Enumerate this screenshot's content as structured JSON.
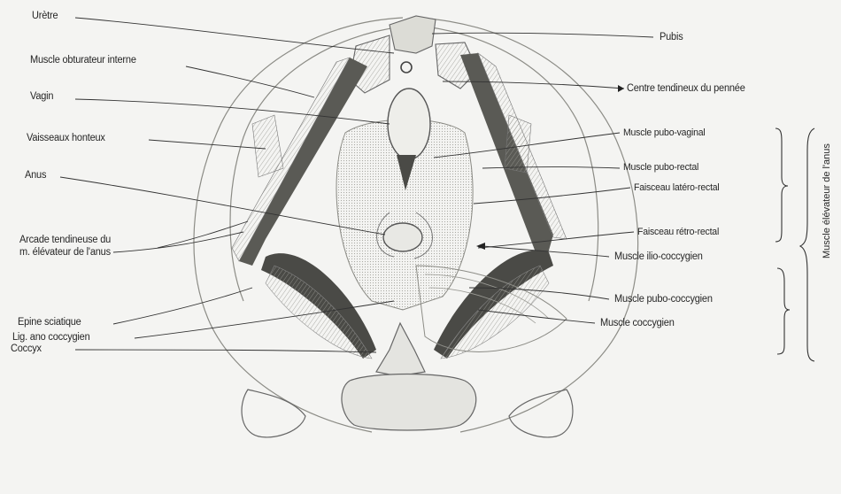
{
  "figure": {
    "left_labels": [
      {
        "id": "uretre",
        "text": "Urètre"
      },
      {
        "id": "obturateur",
        "text": "Muscle obturateur interne"
      },
      {
        "id": "vagin",
        "text": "Vagin"
      },
      {
        "id": "vaisseaux",
        "text": "Vaisseaux honteux"
      },
      {
        "id": "anus",
        "text": "Anus"
      },
      {
        "id": "arcade1",
        "text": "Arcade tendineuse du"
      },
      {
        "id": "arcade2",
        "text": "m. élévateur de l'anus"
      },
      {
        "id": "epine",
        "text": "Epine sciatique"
      },
      {
        "id": "lig",
        "text": "Lig. ano coccygien"
      },
      {
        "id": "coccyx",
        "text": "Coccyx"
      }
    ],
    "right_labels": [
      {
        "id": "pubis",
        "text": "Pubis"
      },
      {
        "id": "centre",
        "text": "Centre tendineux du pennée"
      },
      {
        "id": "pubovag",
        "text": "Muscle pubo-vaginal"
      },
      {
        "id": "puborect",
        "text": "Muscle pubo-rectal"
      },
      {
        "id": "lateror",
        "text": "Faisceau latéro-rectal"
      },
      {
        "id": "retror",
        "text": "Faisceau rétro-rectal"
      },
      {
        "id": "ilio",
        "text": "Muscle ilio-coccygien"
      },
      {
        "id": "pubococ",
        "text": "Muscle pubo-coccygien"
      },
      {
        "id": "coccygien",
        "text": "Muscle coccygien"
      }
    ],
    "group_label": "Muscle élévateur de l'anus"
  }
}
